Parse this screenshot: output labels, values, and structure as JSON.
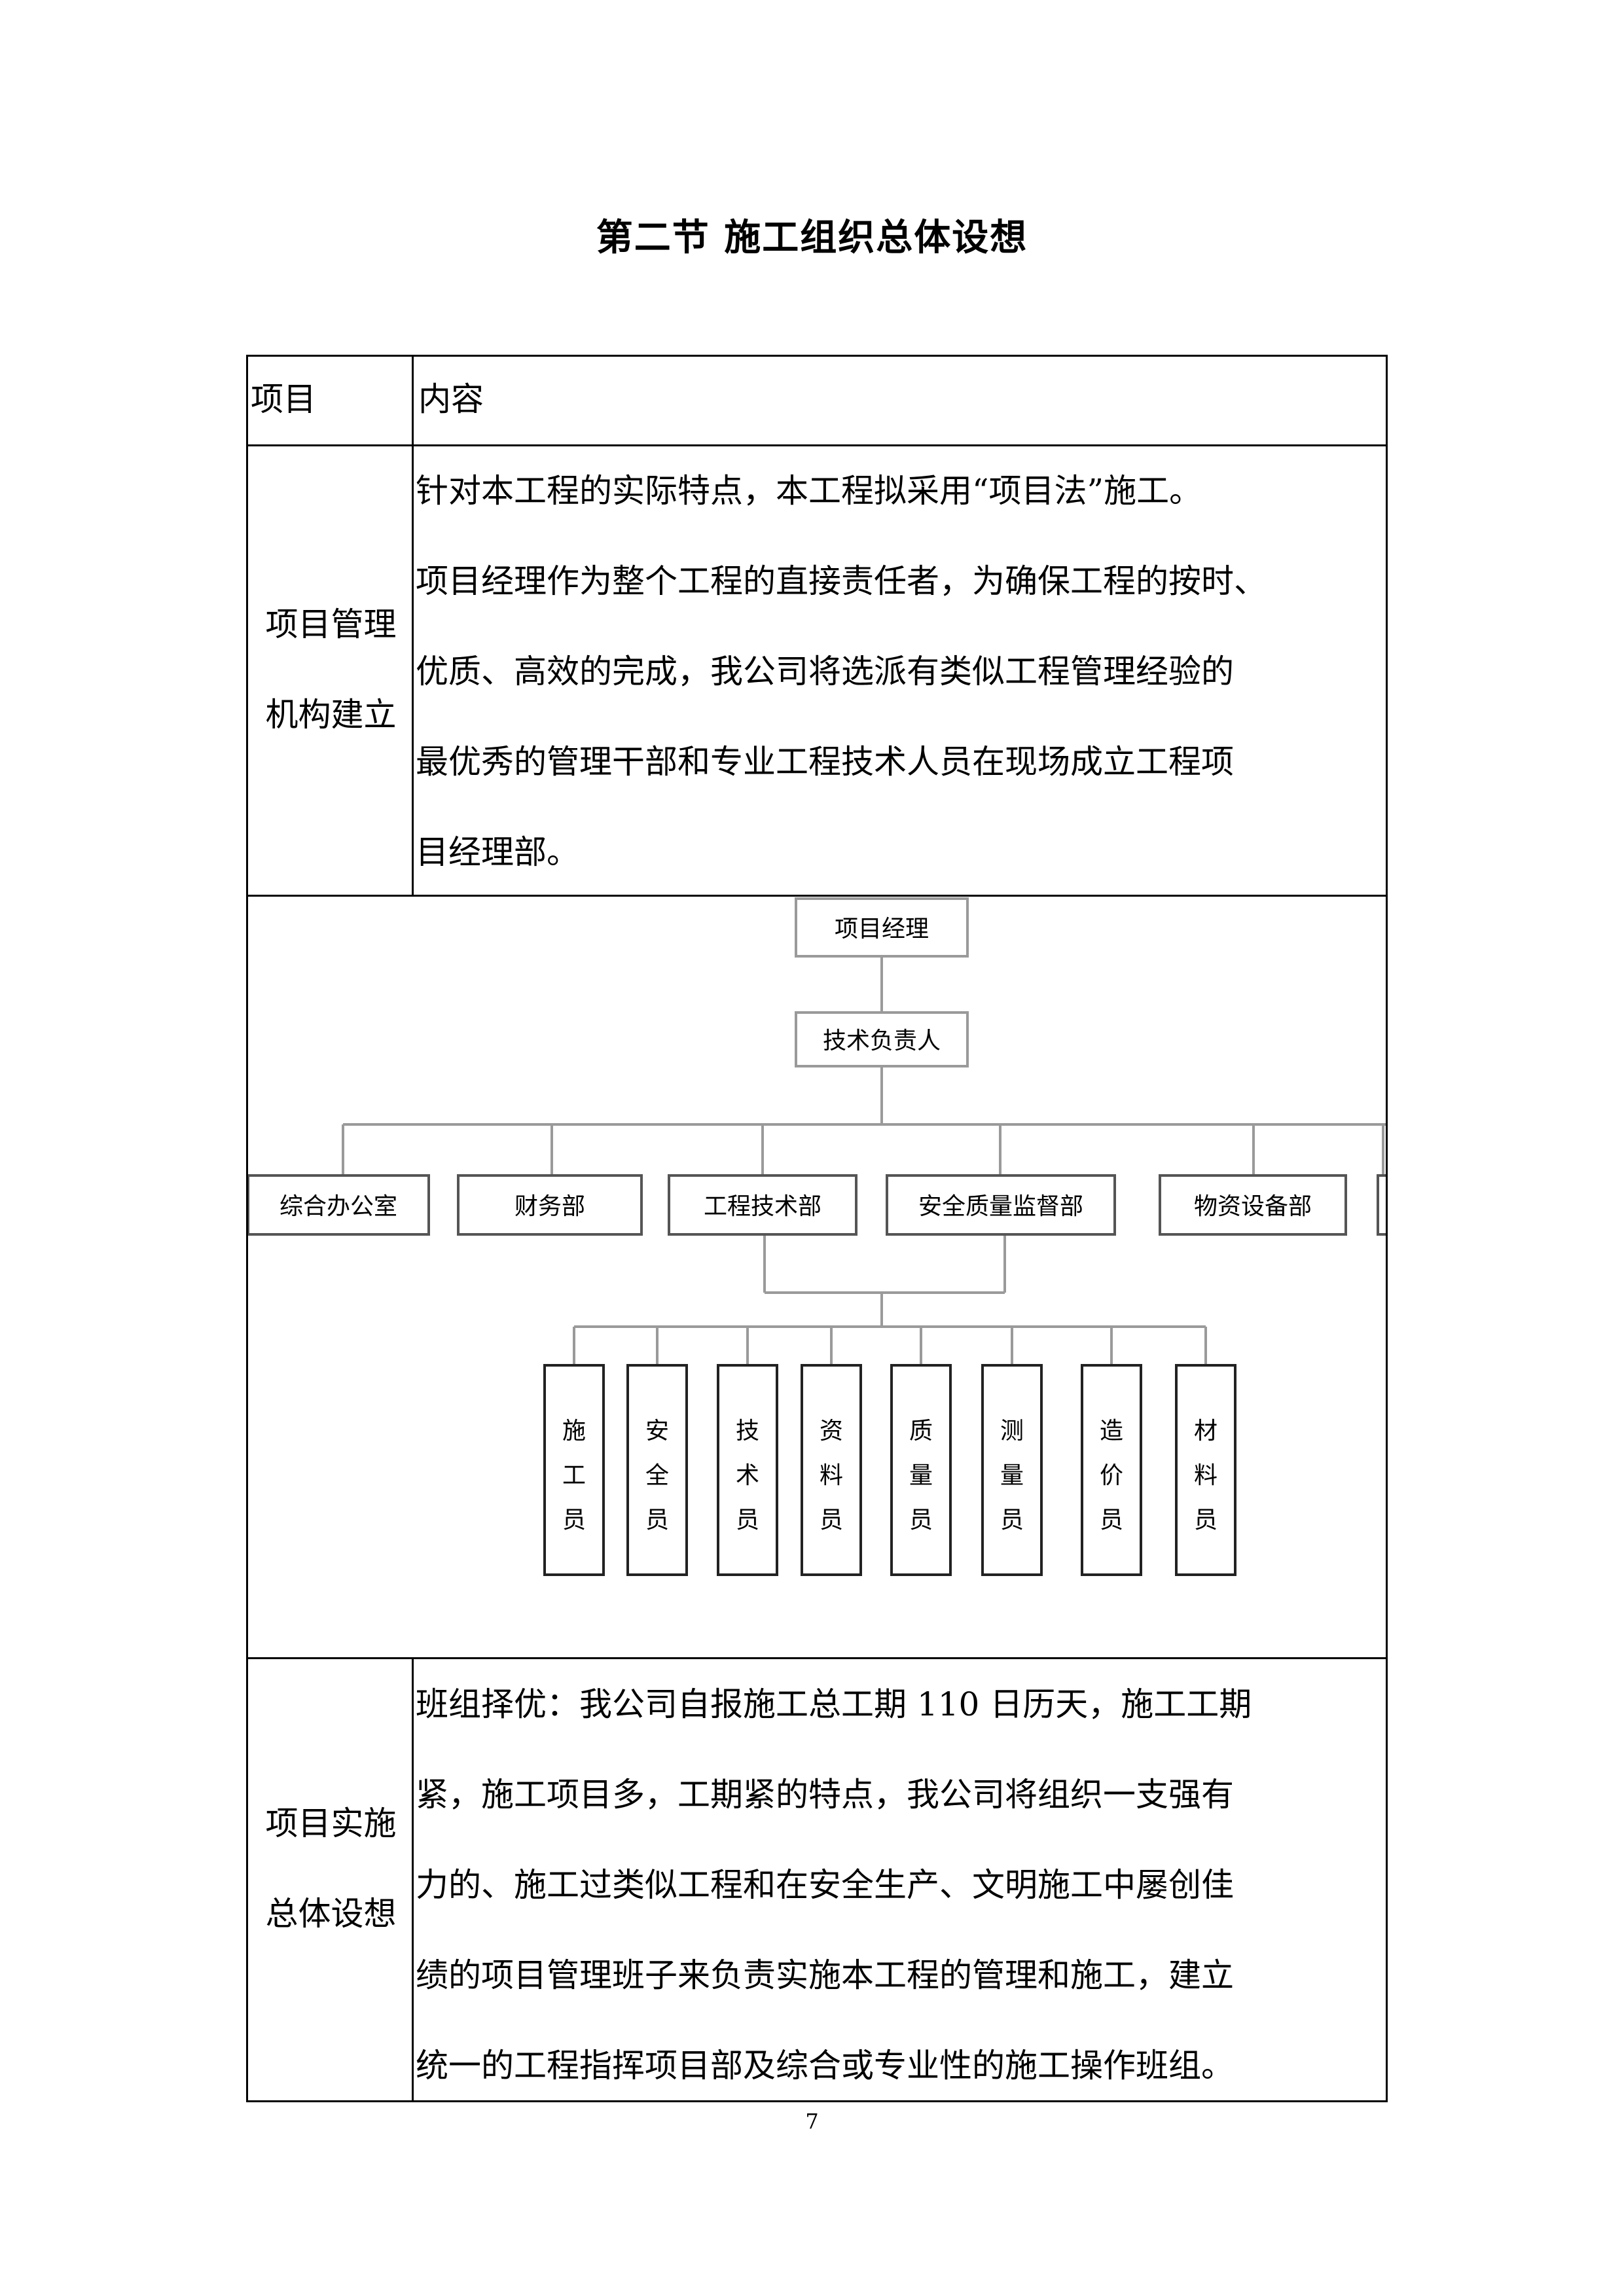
{
  "title": "第二节  施工组织总体设想",
  "table": {
    "header": {
      "col1": "项目",
      "col2": "内容"
    },
    "row1": {
      "label_lines": [
        "项目管理",
        "机构建立"
      ],
      "content_lines": [
        "针对本工程的实际特点，本工程拟采用“项目法”施工。",
        "项目经理作为整个工程的直接责任者，为确保工程的按时、",
        "优质、高效的完成，我公司将选派有类似工程管理经验的",
        "最优秀的管理干部和专业工程技术人员在现场成立工程项",
        "目经理部。"
      ]
    },
    "row3": {
      "label_lines": [
        "项目实施",
        "总体设想"
      ],
      "content_lines": [
        "班组择优：我公司自报施工总工期 110 日历天，施工工期",
        "紧，施工项目多，工期紧的特点，我公司将组织一支强有",
        "力的、施工过类似工程和在安全生产、文明施工中屡创佳",
        "绩的项目管理班子来负责实施本工程的管理和施工，建立",
        "统一的工程指挥项目部及综合或专业性的施工操作班组。"
      ]
    }
  },
  "org_chart": {
    "top": "项目经理",
    "second": "技术负责人",
    "departments": [
      "综合办公室",
      "财务部",
      "工程技术部",
      "安全质量监督部",
      "物资设备部"
    ],
    "staff": [
      [
        "施",
        "工",
        "员"
      ],
      [
        "安",
        "全",
        "员"
      ],
      [
        "技",
        "术",
        "员"
      ],
      [
        "资",
        "料",
        "员"
      ],
      [
        "质",
        "量",
        "员"
      ],
      [
        "测",
        "量",
        "员"
      ],
      [
        "造",
        "价",
        "员"
      ],
      [
        "材",
        "料",
        "员"
      ]
    ],
    "line_color": "#9a9a9a",
    "box_border_color": "#555555"
  },
  "page_number": "7"
}
